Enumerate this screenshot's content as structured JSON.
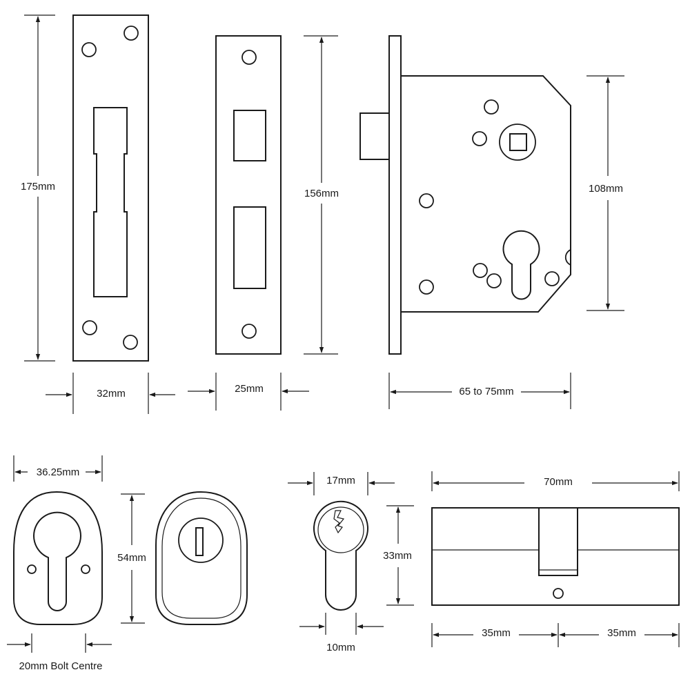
{
  "dimensions": {
    "forend_height": "175mm",
    "forend_width": "32mm",
    "keep_height": "156mm",
    "keep_width": "25mm",
    "case_depth": "65 to 75mm",
    "case_height": "108mm",
    "escutcheon_width": "36.25mm",
    "escutcheon_height": "54mm",
    "bolt_centre": "20mm Bolt Centre",
    "cylinder_profile_width": "17mm",
    "cylinder_profile_height": "33mm",
    "cylinder_cam_width": "10mm",
    "cylinder_length": "70mm",
    "cylinder_half_left": "35mm",
    "cylinder_half_right": "35mm"
  },
  "colors": {
    "line": "#1a1a1a",
    "background": "#ffffff"
  }
}
